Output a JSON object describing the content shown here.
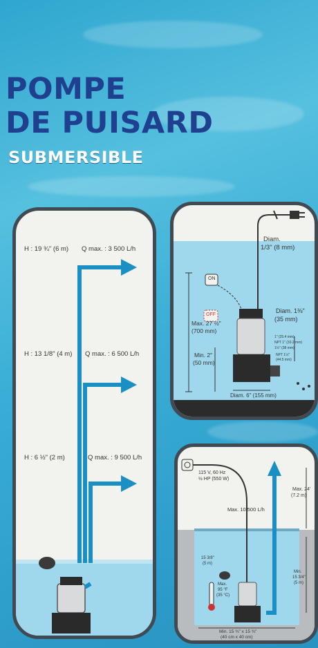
{
  "title": {
    "line1": "POMPE",
    "line2": "DE PUISARD",
    "line3": "SUBMERSIBLE"
  },
  "left_panel": {
    "rows": [
      {
        "height": "H : 19 ¾\" (6 m)",
        "flow": "Q max. : 3 500 L/h"
      },
      {
        "height": "H : 13 1/8\" (4 m)",
        "flow": "Q max. : 6 500 L/h"
      },
      {
        "height": "H : 6 ½\" (2 m)",
        "flow": "Q max. : 9 500 L/h"
      }
    ]
  },
  "top_right_panel": {
    "cord_diam": "Diam.",
    "cord_size": "1/3\" (8 mm)",
    "on": "ON",
    "off": "OFF",
    "max_height": "Max. 27 ½\"",
    "max_height_mm": "(700 mm)",
    "min_height": "Min. 2\"",
    "min_height_mm": "(50 mm)",
    "outlet_diam": "Diam. 1⅜\"",
    "outlet_diam_mm": "(35 mm)",
    "fitting_1": "1\" (25.4 mm)",
    "fitting_2": "NPT 1\" (33.2 mm)",
    "fitting_3": "1½\" (38 mm)",
    "fitting_4": "NPT 1½\"",
    "fitting_5": "(44.5 mm)",
    "base_diam": "Diam. 6\" (155 mm)"
  },
  "bottom_right_panel": {
    "power_1": "115 V, 60 Hz",
    "power_2": "½ HP (550 W)",
    "max_flow": "Max. 10 500 L/h",
    "max_lift": "Max. 24'",
    "max_lift_m": "(7.2 m)",
    "pit_min_depth_1": "Min.",
    "pit_min_depth_2": "15 3/4\"",
    "pit_min_depth_3": "(5 m)",
    "water_level_1": "15 3/8\"",
    "water_level_2": "(5 m)",
    "temp_1": "Max.",
    "temp_2": "95 °F",
    "temp_3": "(35 °C)",
    "pit_size_1": "Min. 15 ¾\" x 15 ¾\"",
    "pit_size_2": "(40 cm x 40 cm)"
  },
  "colors": {
    "sky": "#3aaed6",
    "title": "#1f3f8f",
    "arrow": "#1a8fc4",
    "water": "#8fd3ea",
    "frame": "#3f4a52"
  }
}
